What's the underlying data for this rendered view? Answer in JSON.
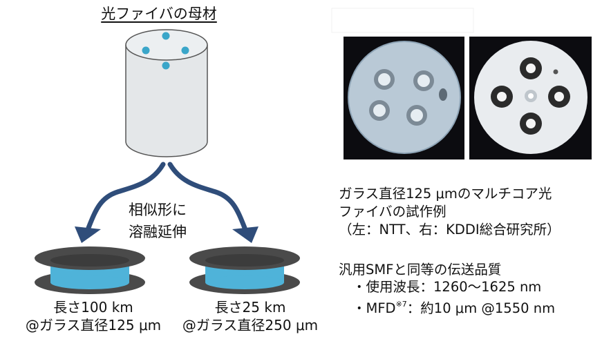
{
  "preform": {
    "title": "光ファイバの母材",
    "colors": {
      "body": "#e4e7e9",
      "outline": "#555555",
      "core": "#3aa6c9"
    }
  },
  "draw": {
    "label_line1": "相似形に",
    "label_line2": "溶融延伸",
    "arrow_color": "#2f4d7a"
  },
  "spools": {
    "colors": {
      "flange": "#4a4a4a",
      "fiber": "#4fb3d9"
    },
    "left": {
      "line1": "長さ100 km",
      "line2": "@ガラス直径125 μm"
    },
    "right": {
      "line1": "長さ25 km",
      "line2": "@ガラス直径250 μm"
    }
  },
  "photos": {
    "left": {
      "background": "#0c0c10",
      "glass": "#b9c9d6"
    },
    "right": {
      "background": "#0c0c10",
      "glass": "#e9ecef"
    }
  },
  "caption": {
    "line1": "ガラス直径125  μmのマルチコア光",
    "line2": "ファイバの試作例",
    "line3": "（左：NTT、右：KDDI総合研究所）"
  },
  "quality": {
    "heading": "汎用SMFと同等の伝送品質",
    "bullet1": "・使用波長：1260～1625 nm",
    "bullet2_prefix": "・MFD",
    "bullet2_sup": "※7",
    "bullet2_suffix": "：約10 μm @1550 nm"
  }
}
